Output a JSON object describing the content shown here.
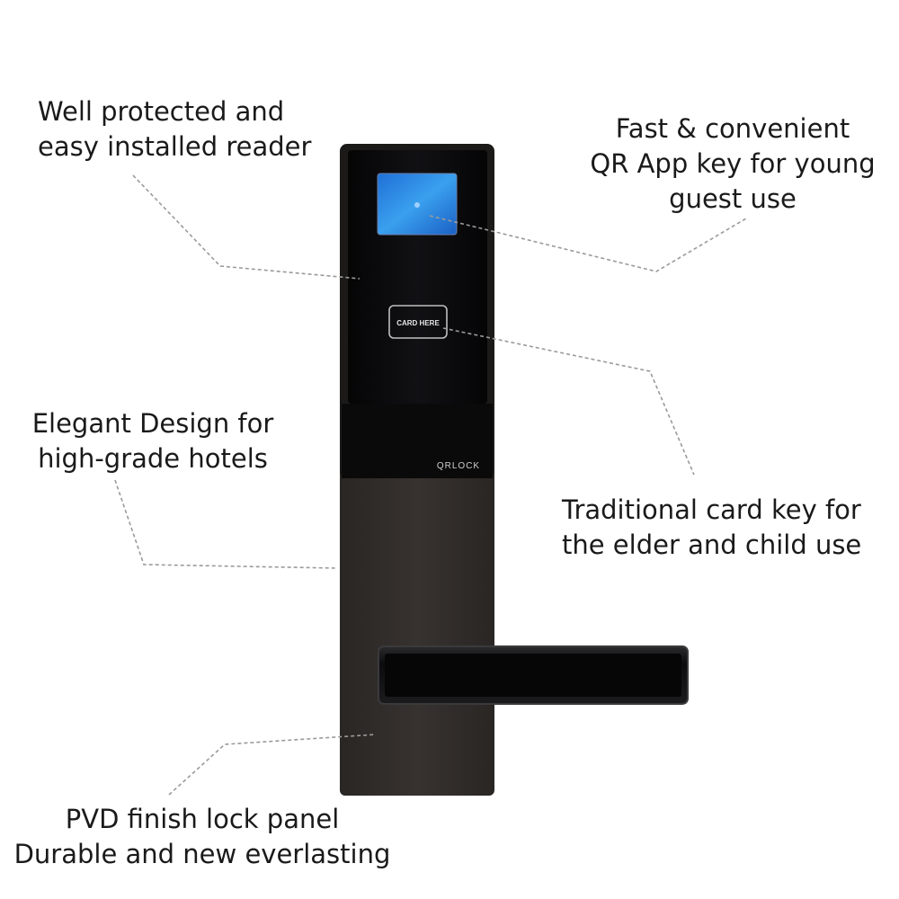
{
  "callouts": {
    "reader": {
      "line1": "Well protected and",
      "line2": "easy installed reader"
    },
    "qr": {
      "line1": "Fast & convenient",
      "line2": "QR App key for young",
      "line3": "guest use"
    },
    "design": {
      "line1": "Elegant Design for",
      "line2": "high-grade hotels"
    },
    "card": {
      "line1": "Traditional card key for",
      "line2": "the elder and child use"
    },
    "finish": {
      "line1": "PVD finish lock panel",
      "line2": "Durable and new everlasting"
    }
  },
  "device": {
    "card_label": "CARD HERE",
    "brand": "QRLOCK"
  },
  "colors": {
    "text": "#1a1a1a",
    "leader": "#9a9a9a",
    "head": "#0b0b0d",
    "body": "#2f2b29",
    "screen": "#2f8fe6"
  }
}
